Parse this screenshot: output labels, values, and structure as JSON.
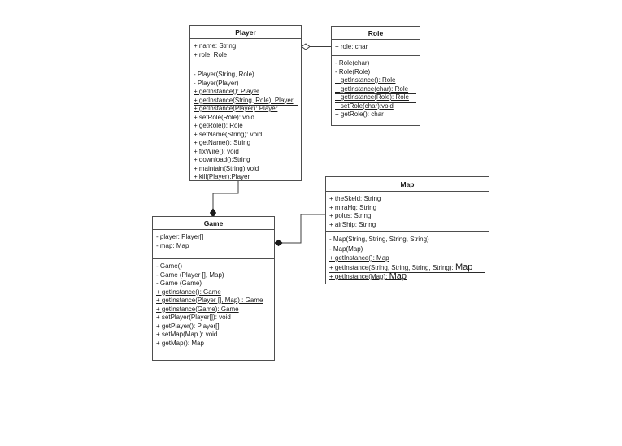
{
  "canvas": {
    "background_color": "#ffffff",
    "box_fill_color": "#ffffff",
    "box_border_color": "#4e4e4e",
    "text_color": "#1a1a1a",
    "connector_color": "#3c3c3c"
  },
  "diagram": {
    "type": "uml-class-diagram",
    "classes": [
      {
        "name": "Player",
        "attributes": [
          "+ name: String",
          "+ role: Role"
        ],
        "methods": [
          {
            "text": "- Player(String, Role)"
          },
          {
            "text": "- Player(Player)"
          },
          {
            "text": "+ getInstance(): Player",
            "underline": "text"
          },
          {
            "text": "+ getInstance(String, Role): Player",
            "underline": "full"
          },
          {
            "text": "+ getInstance(Player): Player",
            "underline": "text"
          },
          {
            "text": "+ setRole(Role): void"
          },
          {
            "text": "+ getRole(): Role"
          },
          {
            "text": "+ setName(String): void"
          },
          {
            "text": "+ getName(): String"
          },
          {
            "text": "+ fixWire(): void"
          },
          {
            "text": "+ download():String"
          },
          {
            "text": "+ maintain(String):void"
          },
          {
            "text": "+ kill(Player):Player"
          }
        ]
      },
      {
        "name": "Role",
        "attributes": [
          "+ role: char"
        ],
        "methods": [
          {
            "text": "- Role(char)"
          },
          {
            "text": "- Role(Role)"
          },
          {
            "text": "+ getInstance(): Role",
            "underline": "text"
          },
          {
            "text": "+ getInstance(char): Role",
            "underline": "full"
          },
          {
            "text": "+ getInstance(Role): Role",
            "underline": "full"
          },
          {
            "text": "+ setRole(char):void",
            "underline": "text"
          },
          {
            "text": "+ getRole(): char"
          }
        ]
      },
      {
        "name": "Game",
        "attributes": [
          "- player: Player[]",
          "- map: Map"
        ],
        "methods": [
          {
            "text": "- Game()"
          },
          {
            "text": "- Game (Player [], Map)"
          },
          {
            "text": "- Game (Game)"
          },
          {
            "text": "+ getInstance(): Game",
            "underline": "text"
          },
          {
            "text": "+ getInstance(Player [], Map) : Game",
            "underline": "text"
          },
          {
            "text": "+ getInstance(Game): Game",
            "underline": "text"
          },
          {
            "text": "+ setPlayer(Player[]): void"
          },
          {
            "text": "+ getPlayer(): Player[]"
          },
          {
            "text": "+ setMap(Map ): void"
          },
          {
            "text": "+ getMap(): Map"
          }
        ]
      },
      {
        "name": "Map",
        "attributes": [
          "+ theSkeld: String",
          "+ miraHq: String",
          "+ polus: String",
          "+ airShip: String"
        ],
        "methods": [
          {
            "text": "- Map(String, String, String, String)"
          },
          {
            "text": "- Map(Map)"
          },
          {
            "text": "+ getInstance(): Map",
            "underline": "text"
          },
          {
            "text": "+ getInstance(String, String, String, String): Map",
            "underline": "full",
            "large_suffix": "Map"
          },
          {
            "text": "+ getInstance(Map): Map",
            "underline": "text",
            "large_suffix": "Map"
          }
        ]
      }
    ],
    "relationships": [
      {
        "from": "Player",
        "to": "Role",
        "type": "aggregation",
        "diamond": "open",
        "diamond_at": "Player"
      },
      {
        "from": "Game",
        "to": "Player",
        "type": "composition",
        "diamond": "filled",
        "diamond_at": "Game"
      },
      {
        "from": "Game",
        "to": "Map",
        "type": "composition",
        "diamond": "filled",
        "diamond_at": "Game"
      }
    ]
  }
}
